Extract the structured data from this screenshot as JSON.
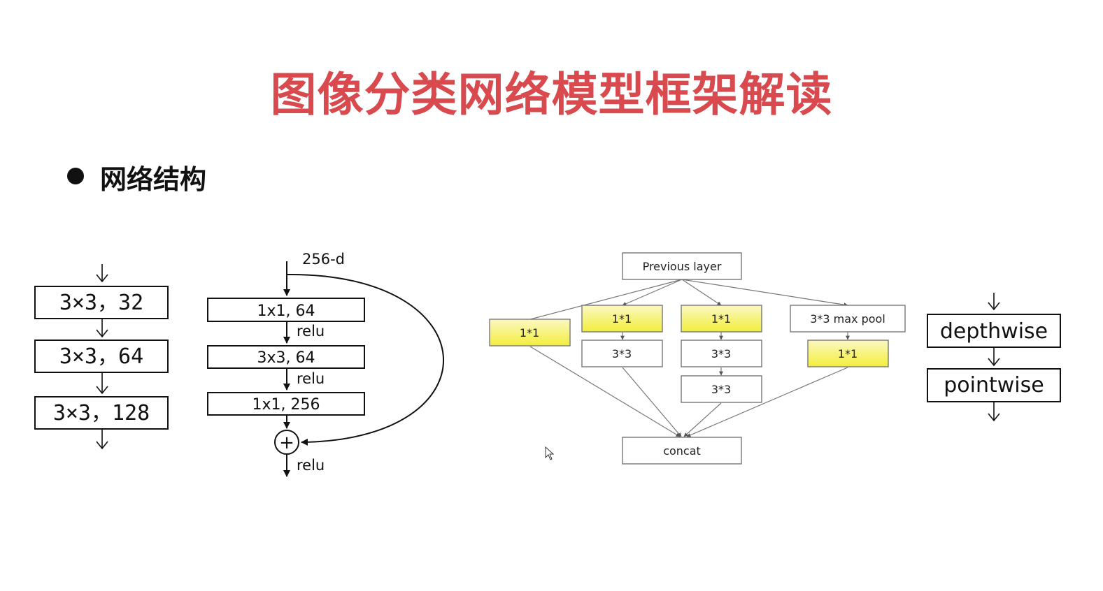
{
  "title": "图像分类网络模型框架解读",
  "section": {
    "heading": "网络结构"
  },
  "vgg_stack": {
    "layers": [
      "3×3，32",
      "3×3，64",
      "3×3，128"
    ]
  },
  "resnet_block": {
    "input": "256-d",
    "layers": [
      "1x1, 64",
      "3x3, 64",
      "1x1, 256"
    ],
    "activation": "relu",
    "add_symbol": "+"
  },
  "inception_module": {
    "previous": "Previous layer",
    "branch1": "1*1",
    "branch2_top": "1*1",
    "branch2_bottom": "3*3",
    "branch3_top": "1*1",
    "branch3_mid": "3*3",
    "branch3_bottom": "3*3",
    "branch4_top": "3*3 max pool",
    "branch4_bottom": "1*1",
    "output": "concat",
    "highlight_color": "#f3ee3a"
  },
  "separable_conv": {
    "layers": [
      "depthwise",
      "pointwise"
    ]
  }
}
